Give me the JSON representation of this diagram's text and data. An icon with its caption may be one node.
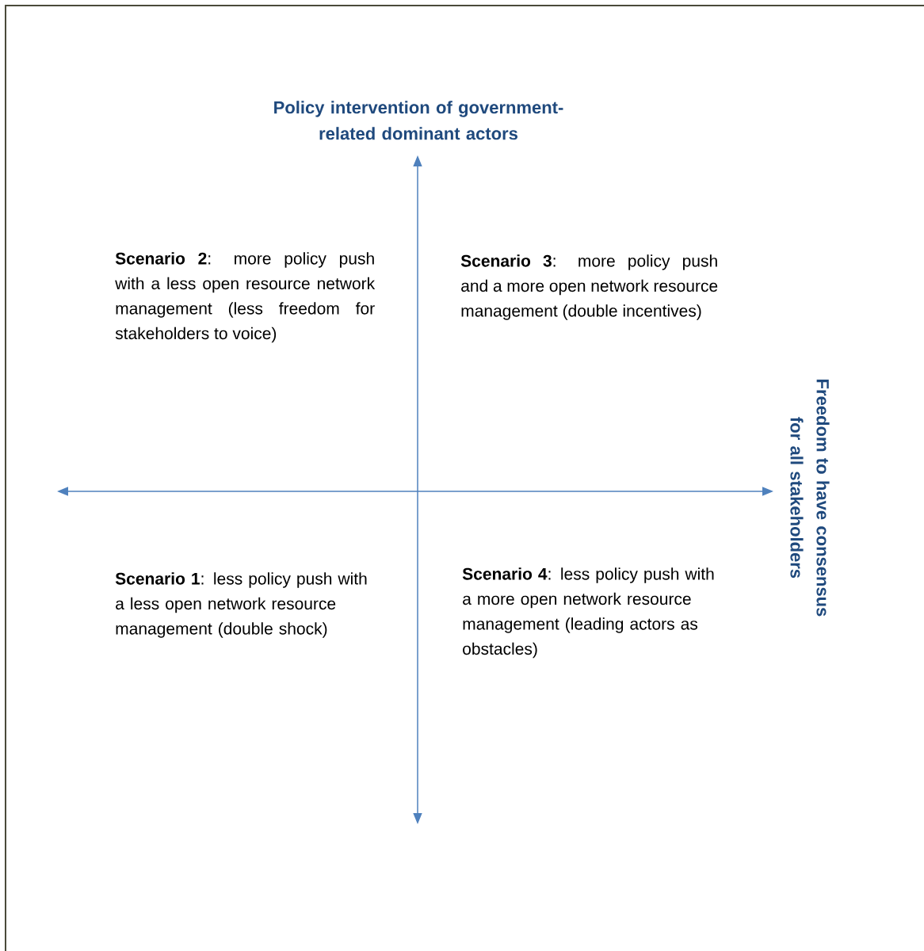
{
  "diagram": {
    "labels": [
      "Policy intervention of government-related dominant actors",
      "**Scenario 2**: more policy push with a less open resource network management (less freedom for stakeholders to voice)",
      "**Scenario 3**: more policy push and a more open network resource management (double incentives)",
      "Freedom to have consensus for all stakeholders",
      "**Scenario 1**: less policy push with a less open network resource management (double shock)",
      "**Scenario 4**: less policy push with a more open network resource management (leading actors as obstacles)"
    ]
  }
}
